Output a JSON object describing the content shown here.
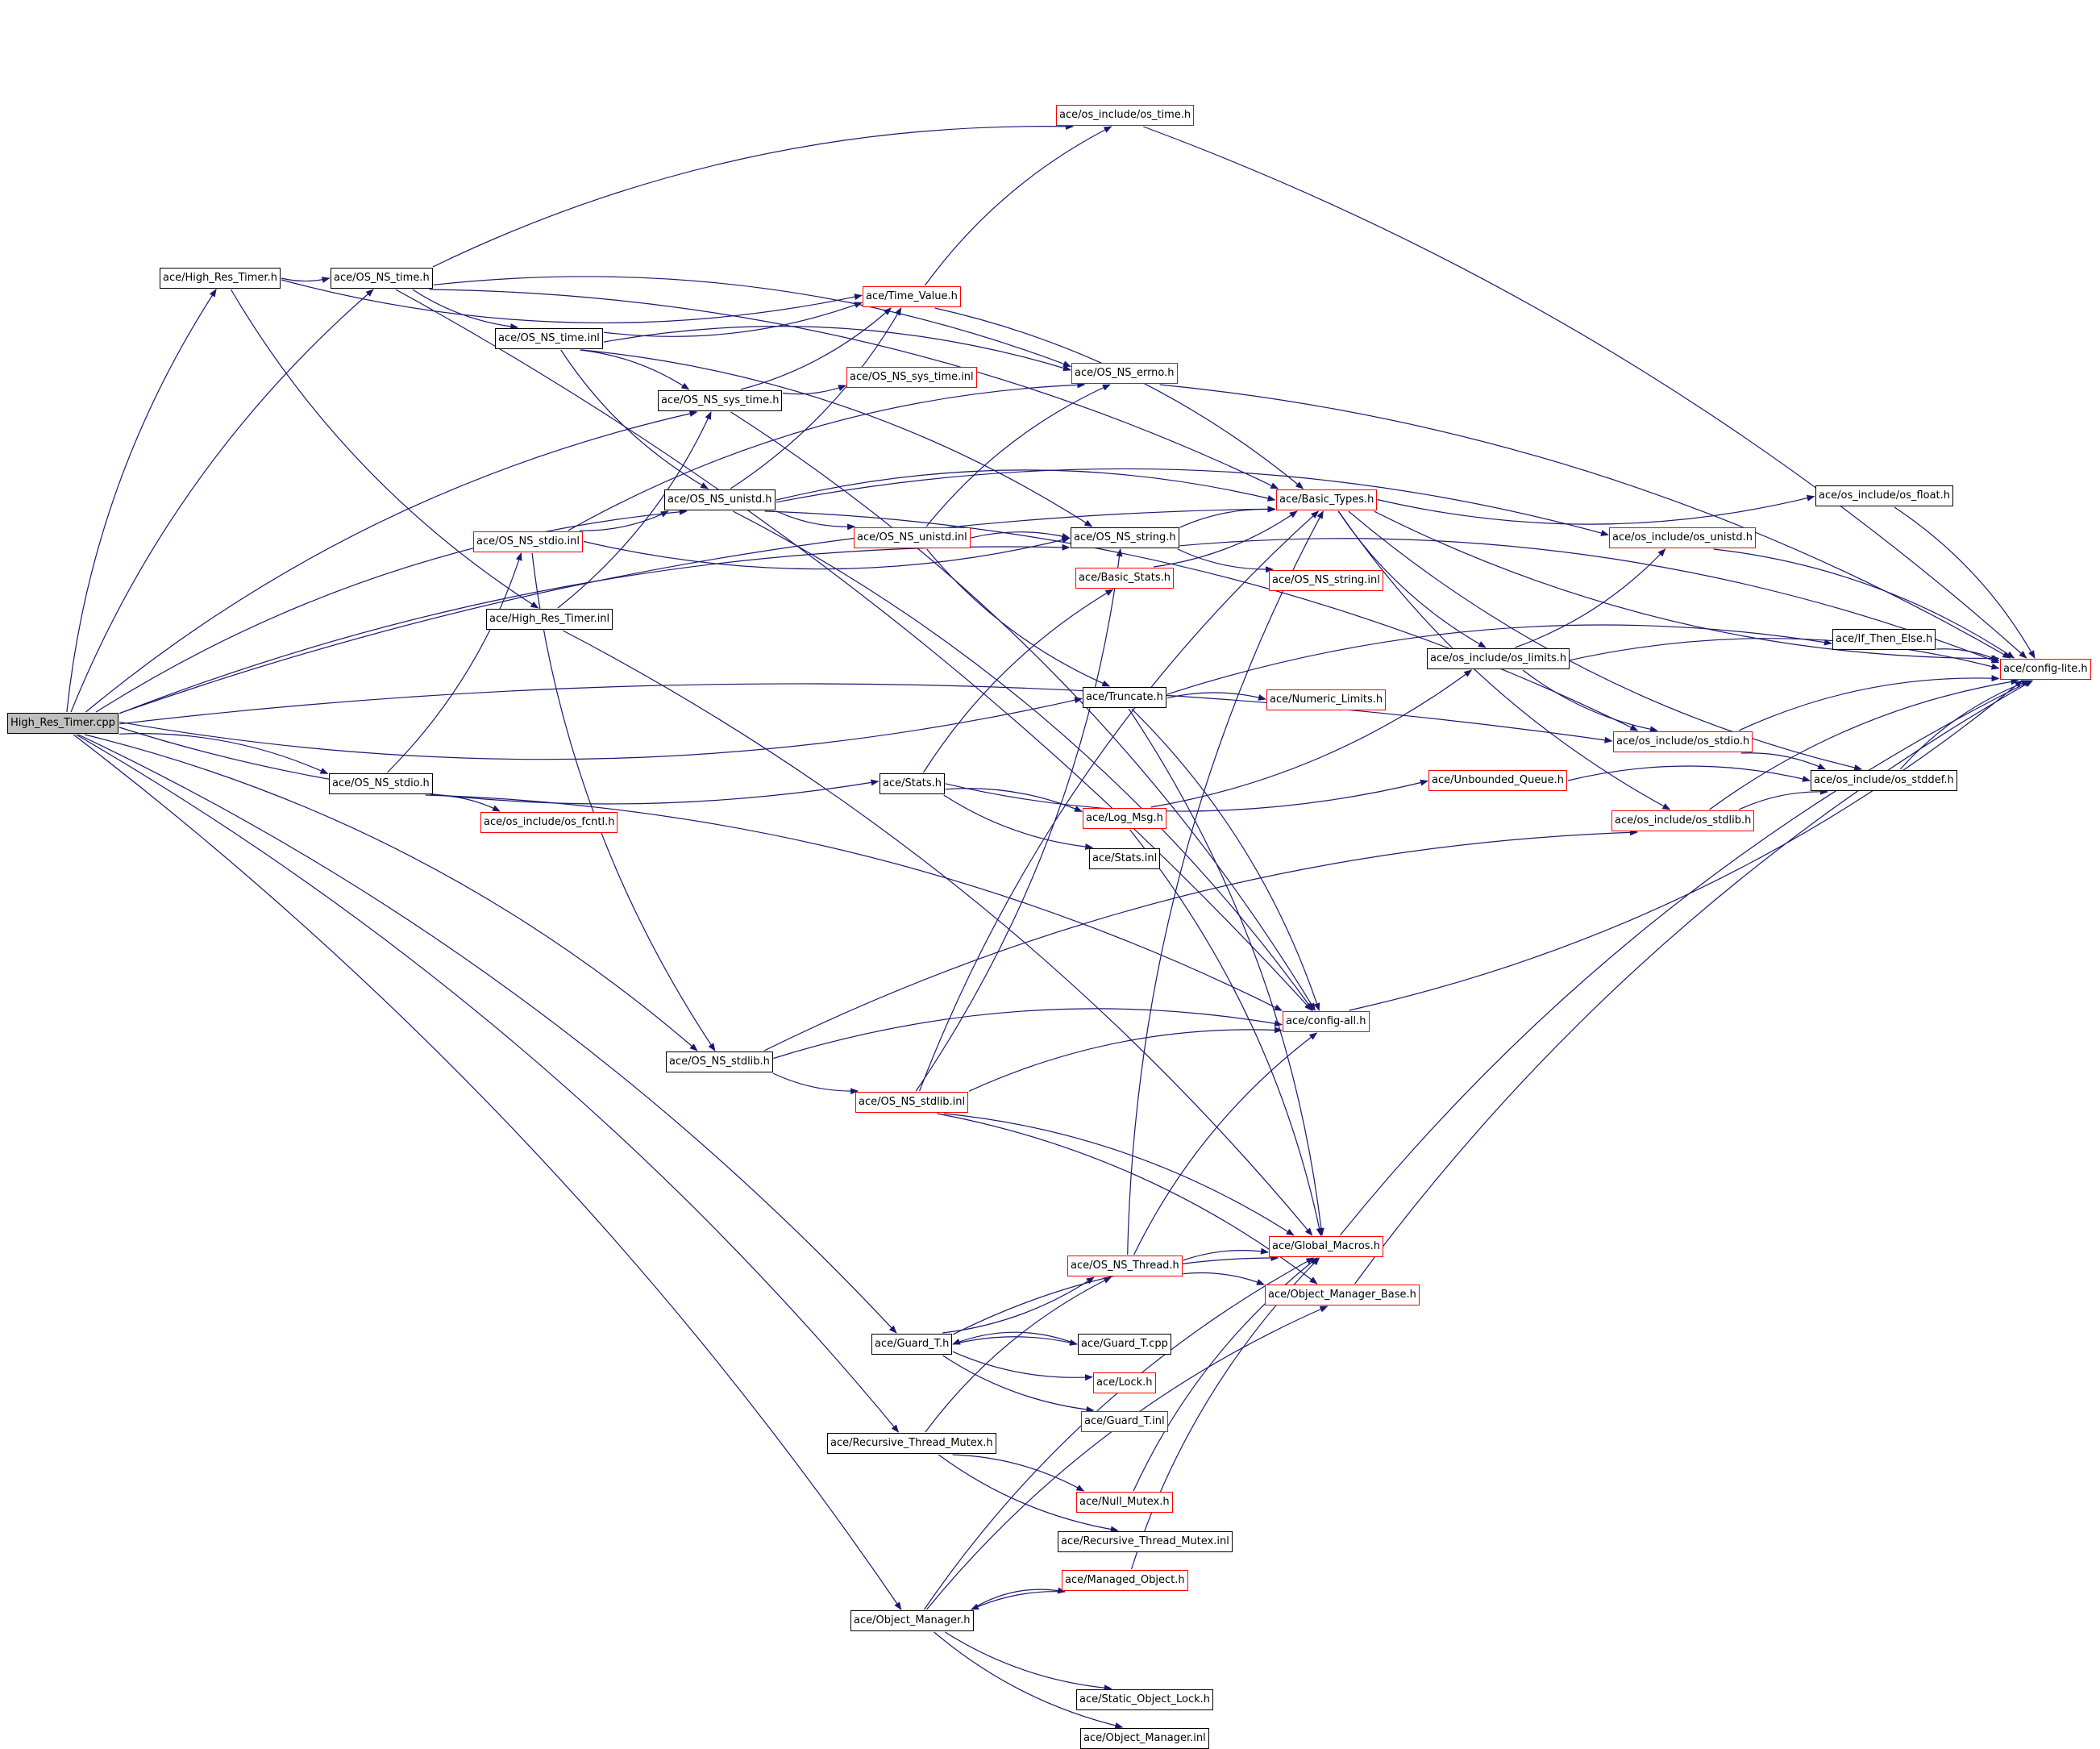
{
  "colors": {
    "edge": "#191970",
    "root_fill": "#bfbfbf",
    "node_fill": "#ffffff",
    "external_border": "#ff0000",
    "normal_border": "#000000"
  },
  "nodes": {
    "root": "High_Res_Timer.cpp",
    "high_res_timer_h": "ace/High_Res_Timer.h",
    "os_ns_time_h": "ace/OS_NS_time.h",
    "os_include_os_time_h": "ace/os_include/os_time.h",
    "time_value_h": "ace/Time_Value.h",
    "os_ns_time_inl": "ace/OS_NS_time.inl",
    "os_ns_errno_h": "ace/OS_NS_errno.h",
    "os_ns_sys_time_h": "ace/OS_NS_sys_time.h",
    "os_ns_sys_time_inl": "ace/OS_NS_sys_time.inl",
    "os_ns_unistd_h": "ace/OS_NS_unistd.h",
    "basic_types_h": "ace/Basic_Types.h",
    "os_include_os_float_h": "ace/os_include/os_float.h",
    "os_ns_stdio_inl": "ace/OS_NS_stdio.inl",
    "os_ns_unistd_inl": "ace/OS_NS_unistd.inl",
    "os_ns_string_h": "ace/OS_NS_string.h",
    "os_include_os_unistd_h": "ace/os_include/os_unistd.h",
    "basic_stats_h": "ace/Basic_Stats.h",
    "os_ns_string_inl": "ace/OS_NS_string.inl",
    "high_res_timer_inl": "ace/High_Res_Timer.inl",
    "if_then_else_h": "ace/If_Then_Else.h",
    "os_include_os_limits_h": "ace/os_include/os_limits.h",
    "config_lite_h": "ace/config-lite.h",
    "truncate_h": "ace/Truncate.h",
    "numeric_limits_h": "ace/Numeric_Limits.h",
    "os_include_os_stdio_h": "ace/os_include/os_stdio.h",
    "os_ns_stdio_h": "ace/OS_NS_stdio.h",
    "stats_h": "ace/Stats.h",
    "unbounded_queue_h": "ace/Unbounded_Queue.h",
    "os_include_os_stddef_h": "ace/os_include/os_stddef.h",
    "os_include_os_fcntl_h": "ace/os_include/os_fcntl.h",
    "log_msg_h": "ace/Log_Msg.h",
    "os_include_os_stdlib_h": "ace/os_include/os_stdlib.h",
    "stats_inl": "ace/Stats.inl",
    "config_all_h": "ace/config-all.h",
    "os_ns_stdlib_h": "ace/OS_NS_stdlib.h",
    "os_ns_stdlib_inl": "ace/OS_NS_stdlib.inl",
    "global_macros_h": "ace/Global_Macros.h",
    "os_ns_thread_h": "ace/OS_NS_Thread.h",
    "object_manager_base_h": "ace/Object_Manager_Base.h",
    "guard_t_h": "ace/Guard_T.h",
    "guard_t_cpp": "ace/Guard_T.cpp",
    "lock_h": "ace/Lock.h",
    "guard_t_inl": "ace/Guard_T.inl",
    "recursive_thread_mutex_h": "ace/Recursive_Thread_Mutex.h",
    "null_mutex_h": "ace/Null_Mutex.h",
    "recursive_thread_mutex_inl": "ace/Recursive_Thread_Mutex.inl",
    "managed_object_h": "ace/Managed_Object.h",
    "object_manager_h": "ace/Object_Manager.h",
    "static_object_lock_h": "ace/Static_Object_Lock.h",
    "object_manager_inl": "ace/Object_Manager.inl"
  },
  "external_nodes": [
    "os_include_os_time_h",
    "time_value_h",
    "os_ns_errno_h",
    "os_ns_sys_time_inl",
    "basic_types_h",
    "os_ns_stdio_inl",
    "os_ns_unistd_inl",
    "os_include_os_unistd_h",
    "basic_stats_h",
    "os_ns_string_inl",
    "config_lite_h",
    "numeric_limits_h",
    "os_include_os_stdio_h",
    "unbounded_queue_h",
    "os_include_os_fcntl_h",
    "log_msg_h",
    "os_include_os_stdlib_h",
    "config_all_h",
    "os_ns_stdlib_inl",
    "global_macros_h",
    "os_ns_thread_h",
    "object_manager_base_h",
    "lock_h",
    "guard_t_inl",
    "null_mutex_h",
    "managed_object_h"
  ],
  "edges": [
    [
      "root",
      "high_res_timer_h"
    ],
    [
      "root",
      "os_ns_time_h"
    ],
    [
      "root",
      "basic_types_h"
    ],
    [
      "root",
      "os_ns_sys_time_h"
    ],
    [
      "root",
      "os_ns_unistd_h"
    ],
    [
      "root",
      "os_ns_string_h"
    ],
    [
      "root",
      "truncate_h"
    ],
    [
      "root",
      "os_include_os_stdio_h"
    ],
    [
      "root",
      "os_ns_stdio_h"
    ],
    [
      "root",
      "stats_h"
    ],
    [
      "root",
      "os_ns_stdlib_h"
    ],
    [
      "root",
      "guard_t_h"
    ],
    [
      "root",
      "recursive_thread_mutex_h"
    ],
    [
      "root",
      "object_manager_h"
    ],
    [
      "high_res_timer_h",
      "os_ns_time_h"
    ],
    [
      "high_res_timer_h",
      "time_value_h"
    ],
    [
      "high_res_timer_h",
      "high_res_timer_inl"
    ],
    [
      "os_ns_time_h",
      "os_include_os_time_h"
    ],
    [
      "os_ns_time_h",
      "basic_types_h"
    ],
    [
      "os_ns_time_h",
      "os_ns_errno_h"
    ],
    [
      "os_ns_time_h",
      "os_ns_time_inl"
    ],
    [
      "os_ns_time_h",
      "config_all_h"
    ],
    [
      "os_ns_time_inl",
      "time_value_h"
    ],
    [
      "os_ns_time_inl",
      "os_ns_errno_h"
    ],
    [
      "os_ns_time_inl",
      "os_ns_sys_time_h"
    ],
    [
      "os_ns_time_inl",
      "os_ns_unistd_h"
    ],
    [
      "os_ns_time_inl",
      "os_ns_string_h"
    ],
    [
      "os_include_os_time_h",
      "config_lite_h"
    ],
    [
      "time_value_h",
      "os_include_os_time_h"
    ],
    [
      "time_value_h",
      "basic_types_h"
    ],
    [
      "os_ns_errno_h",
      "config_lite_h"
    ],
    [
      "os_ns_sys_time_h",
      "time_value_h"
    ],
    [
      "os_ns_sys_time_h",
      "os_ns_sys_time_inl"
    ],
    [
      "os_ns_sys_time_h",
      "config_all_h"
    ],
    [
      "os_ns_unistd_h",
      "time_value_h"
    ],
    [
      "os_ns_unistd_h",
      "basic_types_h"
    ],
    [
      "os_ns_unistd_h",
      "os_include_os_unistd_h"
    ],
    [
      "os_ns_unistd_h",
      "os_ns_unistd_inl"
    ],
    [
      "os_ns_unistd_h",
      "os_include_os_stdio_h"
    ],
    [
      "os_ns_unistd_h",
      "config_all_h"
    ],
    [
      "os_ns_unistd_inl",
      "os_ns_errno_h"
    ],
    [
      "os_ns_unistd_inl",
      "os_ns_string_h"
    ],
    [
      "os_ns_unistd_inl",
      "truncate_h"
    ],
    [
      "basic_types_h",
      "os_include_os_float_h"
    ],
    [
      "basic_types_h",
      "os_include_os_limits_h"
    ],
    [
      "basic_types_h",
      "os_include_os_stddef_h"
    ],
    [
      "basic_types_h",
      "os_include_os_stdlib_h"
    ],
    [
      "basic_types_h",
      "config_lite_h"
    ],
    [
      "os_include_os_float_h",
      "config_lite_h"
    ],
    [
      "os_ns_stdio_inl",
      "os_ns_errno_h"
    ],
    [
      "os_ns_stdio_inl",
      "os_ns_unistd_h"
    ],
    [
      "os_ns_stdio_inl",
      "os_ns_string_h"
    ],
    [
      "os_ns_stdio_inl",
      "os_ns_stdlib_h"
    ],
    [
      "os_ns_string_h",
      "basic_types_h"
    ],
    [
      "os_ns_string_h",
      "os_ns_string_inl"
    ],
    [
      "os_ns_string_h",
      "config_lite_h"
    ],
    [
      "os_include_os_unistd_h",
      "config_lite_h"
    ],
    [
      "basic_stats_h",
      "basic_types_h"
    ],
    [
      "high_res_timer_inl",
      "os_ns_sys_time_h"
    ],
    [
      "high_res_timer_inl",
      "global_macros_h"
    ],
    [
      "if_then_else_h",
      "config_lite_h"
    ],
    [
      "os_include_os_limits_h",
      "os_include_os_unistd_h"
    ],
    [
      "os_include_os_limits_h",
      "config_lite_h"
    ],
    [
      "os_include_os_limits_h",
      "os_include_os_stdio_h"
    ],
    [
      "truncate_h",
      "if_then_else_h"
    ],
    [
      "truncate_h",
      "numeric_limits_h"
    ],
    [
      "truncate_h",
      "config_all_h"
    ],
    [
      "truncate_h",
      "global_macros_h"
    ],
    [
      "os_include_os_stdio_h",
      "config_lite_h"
    ],
    [
      "os_include_os_stdio_h",
      "os_include_os_stddef_h"
    ],
    [
      "os_ns_stdio_h",
      "os_ns_stdio_inl"
    ],
    [
      "os_ns_stdio_h",
      "os_include_os_fcntl_h"
    ],
    [
      "os_ns_stdio_h",
      "config_all_h"
    ],
    [
      "stats_h",
      "basic_stats_h"
    ],
    [
      "stats_h",
      "unbounded_queue_h"
    ],
    [
      "stats_h",
      "log_msg_h"
    ],
    [
      "stats_h",
      "stats_inl"
    ],
    [
      "unbounded_queue_h",
      "os_include_os_stddef_h"
    ],
    [
      "os_include_os_stddef_h",
      "config_lite_h"
    ],
    [
      "log_msg_h",
      "os_include_os_limits_h"
    ],
    [
      "log_msg_h",
      "global_macros_h"
    ],
    [
      "os_include_os_stdlib_h",
      "os_include_os_stddef_h"
    ],
    [
      "os_include_os_stdlib_h",
      "config_lite_h"
    ],
    [
      "config_all_h",
      "config_lite_h"
    ],
    [
      "os_ns_stdlib_h",
      "os_include_os_stdlib_h"
    ],
    [
      "os_ns_stdlib_h",
      "config_all_h"
    ],
    [
      "os_ns_stdlib_h",
      "os_ns_stdlib_inl"
    ],
    [
      "os_ns_stdlib_inl",
      "basic_types_h"
    ],
    [
      "os_ns_stdlib_inl",
      "os_ns_string_h"
    ],
    [
      "os_ns_stdlib_inl",
      "config_all_h"
    ],
    [
      "os_ns_stdlib_inl",
      "global_macros_h"
    ],
    [
      "os_ns_stdlib_inl",
      "object_manager_base_h"
    ],
    [
      "global_macros_h",
      "config_lite_h"
    ],
    [
      "os_ns_thread_h",
      "basic_types_h"
    ],
    [
      "os_ns_thread_h",
      "config_all_h"
    ],
    [
      "os_ns_thread_h",
      "global_macros_h"
    ],
    [
      "os_ns_thread_h",
      "object_manager_base_h"
    ],
    [
      "object_manager_base_h",
      "config_lite_h"
    ],
    [
      "guard_t_h",
      "os_ns_thread_h"
    ],
    [
      "guard_t_h",
      "guard_t_cpp"
    ],
    [
      "guard_t_h",
      "lock_h"
    ],
    [
      "guard_t_h",
      "guard_t_inl"
    ],
    [
      "guard_t_h",
      "global_macros_h"
    ],
    [
      "guard_t_cpp",
      "guard_t_h"
    ],
    [
      "recursive_thread_mutex_h",
      "os_ns_thread_h"
    ],
    [
      "recursive_thread_mutex_h",
      "null_mutex_h"
    ],
    [
      "recursive_thread_mutex_h",
      "recursive_thread_mutex_inl"
    ],
    [
      "null_mutex_h",
      "global_macros_h"
    ],
    [
      "managed_object_h",
      "object_manager_h"
    ],
    [
      "managed_object_h",
      "global_macros_h"
    ],
    [
      "object_manager_h",
      "managed_object_h"
    ],
    [
      "object_manager_h",
      "static_object_lock_h"
    ],
    [
      "object_manager_h",
      "object_manager_inl"
    ],
    [
      "object_manager_h",
      "global_macros_h"
    ],
    [
      "object_manager_h",
      "object_manager_base_h"
    ]
  ]
}
